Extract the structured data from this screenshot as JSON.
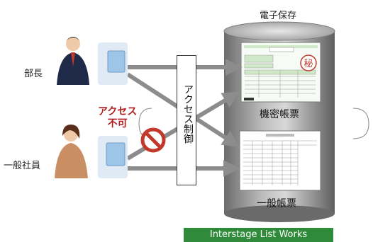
{
  "storage": {
    "title": "電子保存",
    "confidential_caption": "機密帳票",
    "general_caption": "一般帳票",
    "secret_mark": "秘"
  },
  "users": {
    "manager_label": "部長",
    "employee_label": "一般社員"
  },
  "access_control": {
    "label": "アクセス制御",
    "denied_label": "アクセス\n不可"
  },
  "product": {
    "name": "Interstage List Works"
  },
  "colors": {
    "arrow": "#8c8c8c",
    "cylinder_dark": "#6f6f6f",
    "cylinder_light": "#d9d9d9",
    "denied_red": "#b01e1e",
    "product_green": "#2f8a3a"
  }
}
